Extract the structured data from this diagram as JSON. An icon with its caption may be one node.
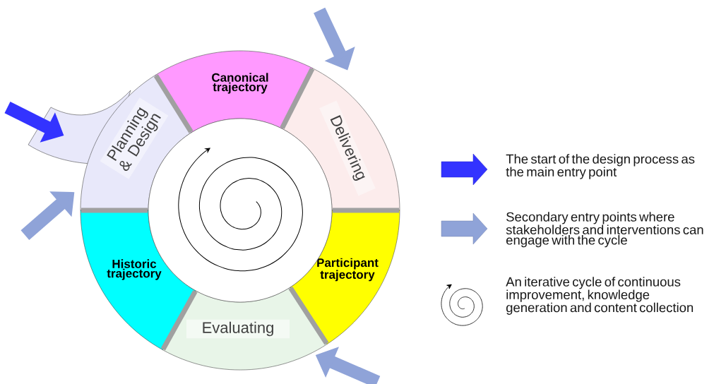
{
  "diagram": {
    "nodes": [
      {
        "text": [
          "Canonical trajectory"
        ]
      },
      {
        "text": [
          "Planning & Design"
        ]
      },
      {
        "text": [
          "Delivering"
        ]
      },
      {
        "text": [
          "Historic trajectory"
        ]
      },
      {
        "text": [
          "Participant trajectory"
        ]
      },
      {
        "text": [
          "Evaluating"
        ]
      }
    ],
    "edges": [
      {
        "from": null,
        "to": 1,
        "arrow": "to",
        "color": "#3333ff"
      },
      {
        "from": null,
        "to": 2,
        "arrow": "to"
      },
      {
        "from": null,
        "to": 1,
        "arrow": "to"
      },
      {
        "from": null,
        "to": 5,
        "arrow": "to"
      }
    ],
    "legend": [
      {
        "text": "The start of the design process as the main entry point"
      },
      {
        "text": "Secondary entry points where stakeholders and interventions can engage with the cycle"
      },
      {
        "text": "An iterative cycle of continuous improvement, knowledge generation and content collection"
      }
    ]
  }
}
